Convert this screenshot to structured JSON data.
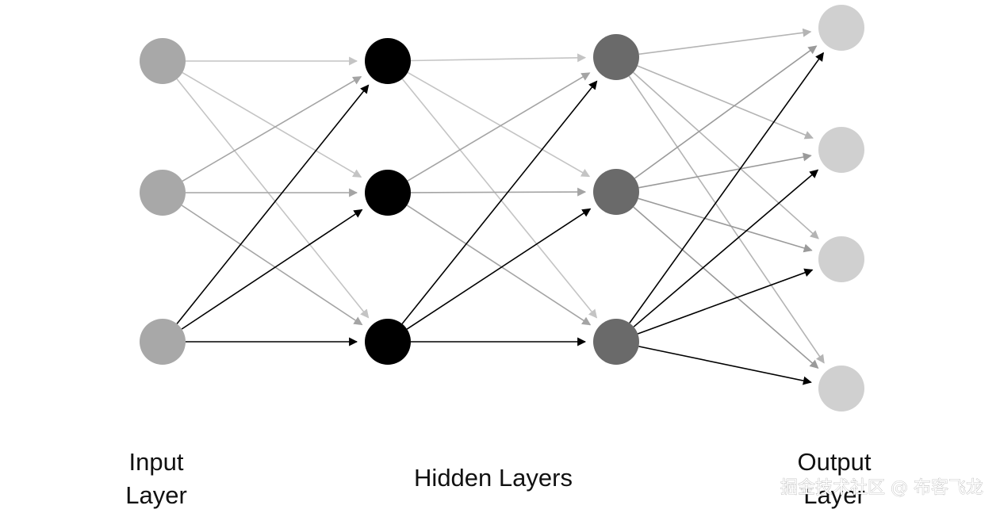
{
  "labels": {
    "input_line1": "Input",
    "input_line2": "Layer",
    "hidden": "Hidden Layers",
    "output_line1": "Output",
    "output_line2": "Layer"
  },
  "watermark": "掘金技术社区 @ 布客飞龙",
  "colors": {
    "input_node": "#a8a8a8",
    "hidden1_node": "#000000",
    "hidden2_node": "#6a6a6a",
    "output_node": "#d0d0d0",
    "edge_from_input1": "#c4c4c4",
    "edge_from_input2": "#a4a4a4",
    "edge_from_input3": "#000000",
    "edge_from_hidden1_top": "#c4c4c4",
    "edge_from_hidden1_mid": "#a4a4a4",
    "edge_from_hidden1_bottom": "#000000",
    "edge_from_hidden2_top": "#b4b4b4",
    "edge_from_hidden2_mid": "#9a9a9a",
    "edge_from_hidden2_bottom": "#000000"
  },
  "layers": [
    {
      "name": "input",
      "nodes": 3
    },
    {
      "name": "hidden-1",
      "nodes": 3
    },
    {
      "name": "hidden-2",
      "nodes": 3
    },
    {
      "name": "output",
      "nodes": 4
    }
  ]
}
